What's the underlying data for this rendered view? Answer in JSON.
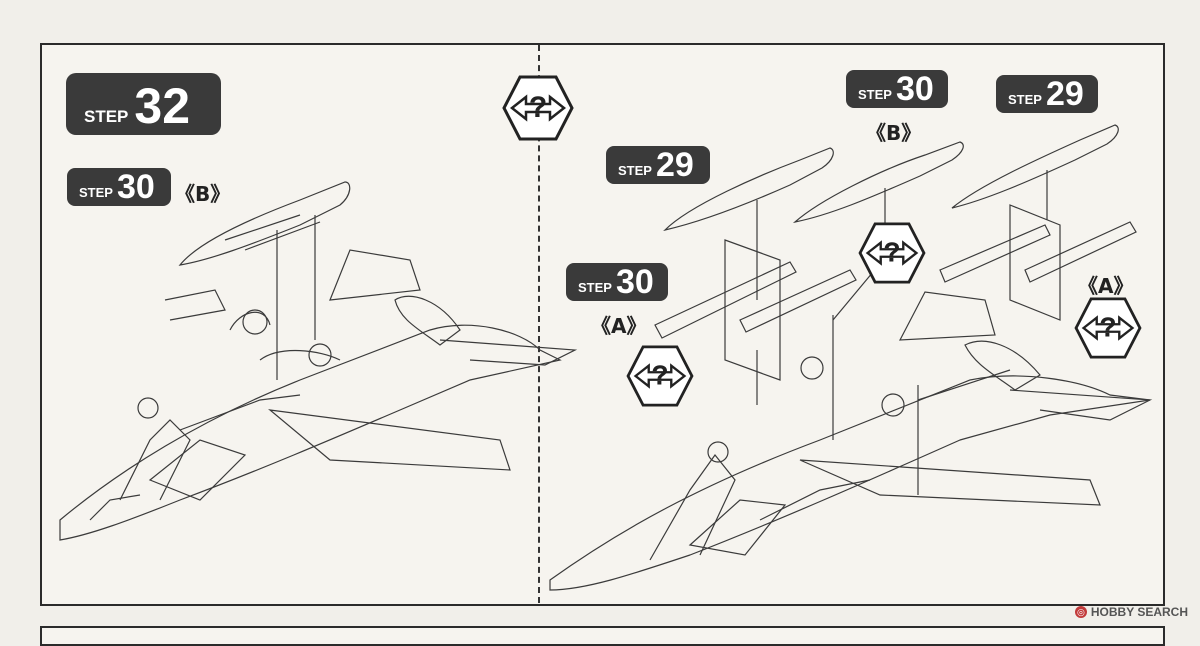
{
  "step_main": {
    "label": "STEP",
    "number": "32"
  },
  "left_panel": {
    "ref_step": {
      "label": "STEP",
      "number": "30"
    },
    "variant": "《B》"
  },
  "right_panel": {
    "ref_step_29a": {
      "label": "STEP",
      "number": "29"
    },
    "ref_step_30b": {
      "label": "STEP",
      "number": "30"
    },
    "variant_b": "《B》",
    "ref_step_29b": {
      "label": "STEP",
      "number": "29"
    },
    "ref_step_30a": {
      "label": "STEP",
      "number": "30"
    },
    "variant_a_left": "《A》",
    "variant_a_right": "《A》"
  },
  "symbols": {
    "icon": "alternative-part-hexagon-icon",
    "glyph": "?"
  },
  "watermark": {
    "text": "HOBBY SEARCH"
  },
  "colors": {
    "badge": "#3a3a3a",
    "line": "#2b2b2b",
    "paper": "#f6f4ef"
  }
}
